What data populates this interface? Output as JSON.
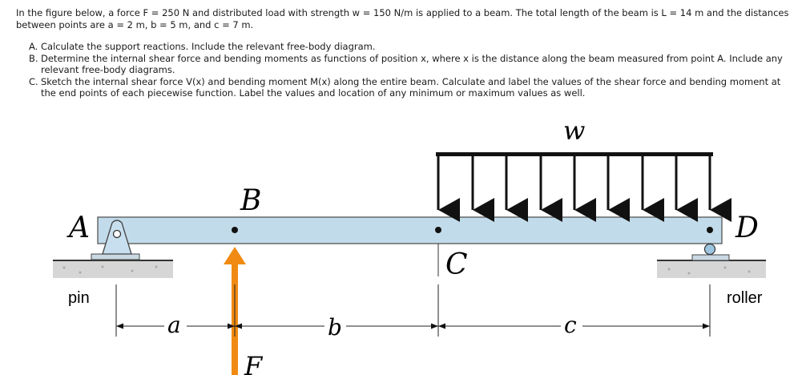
{
  "problem": {
    "intro": "In the figure below, a force F = 250 N and distributed load with strength w = 150 N/m is applied to a beam. The total length of the beam is L = 14 m and the distances between points are a = 2 m, b = 5 m, and c = 7 m.",
    "tasks": [
      {
        "letter": "A.",
        "text": "Calculate the support reactions. Include the relevant free-body diagram."
      },
      {
        "letter": "B.",
        "text": "Determine the internal shear force and bending moments as functions of position x, where x is the distance along the beam measured from point A. Include any relevant free-body diagrams."
      },
      {
        "letter": "C.",
        "text": "Sketch the internal shear force V(x) and bending moment M(x) along the entire beam. Calculate and label the values of the shear force and bending moment at the end points of each piecewise function. Label the values and location of any minimum or maximum values as well."
      }
    ]
  },
  "figure": {
    "points": {
      "A": "A",
      "B": "B",
      "C": "C",
      "D": "D"
    },
    "load_label": "w",
    "force_label": "F",
    "dims": {
      "a": "a",
      "b": "b",
      "c": "c"
    },
    "supports": {
      "left": "pin",
      "right": "roller"
    },
    "colors": {
      "beam": "#c2dbea",
      "force": "#f08a12",
      "ground": "#d6d6d6"
    }
  }
}
